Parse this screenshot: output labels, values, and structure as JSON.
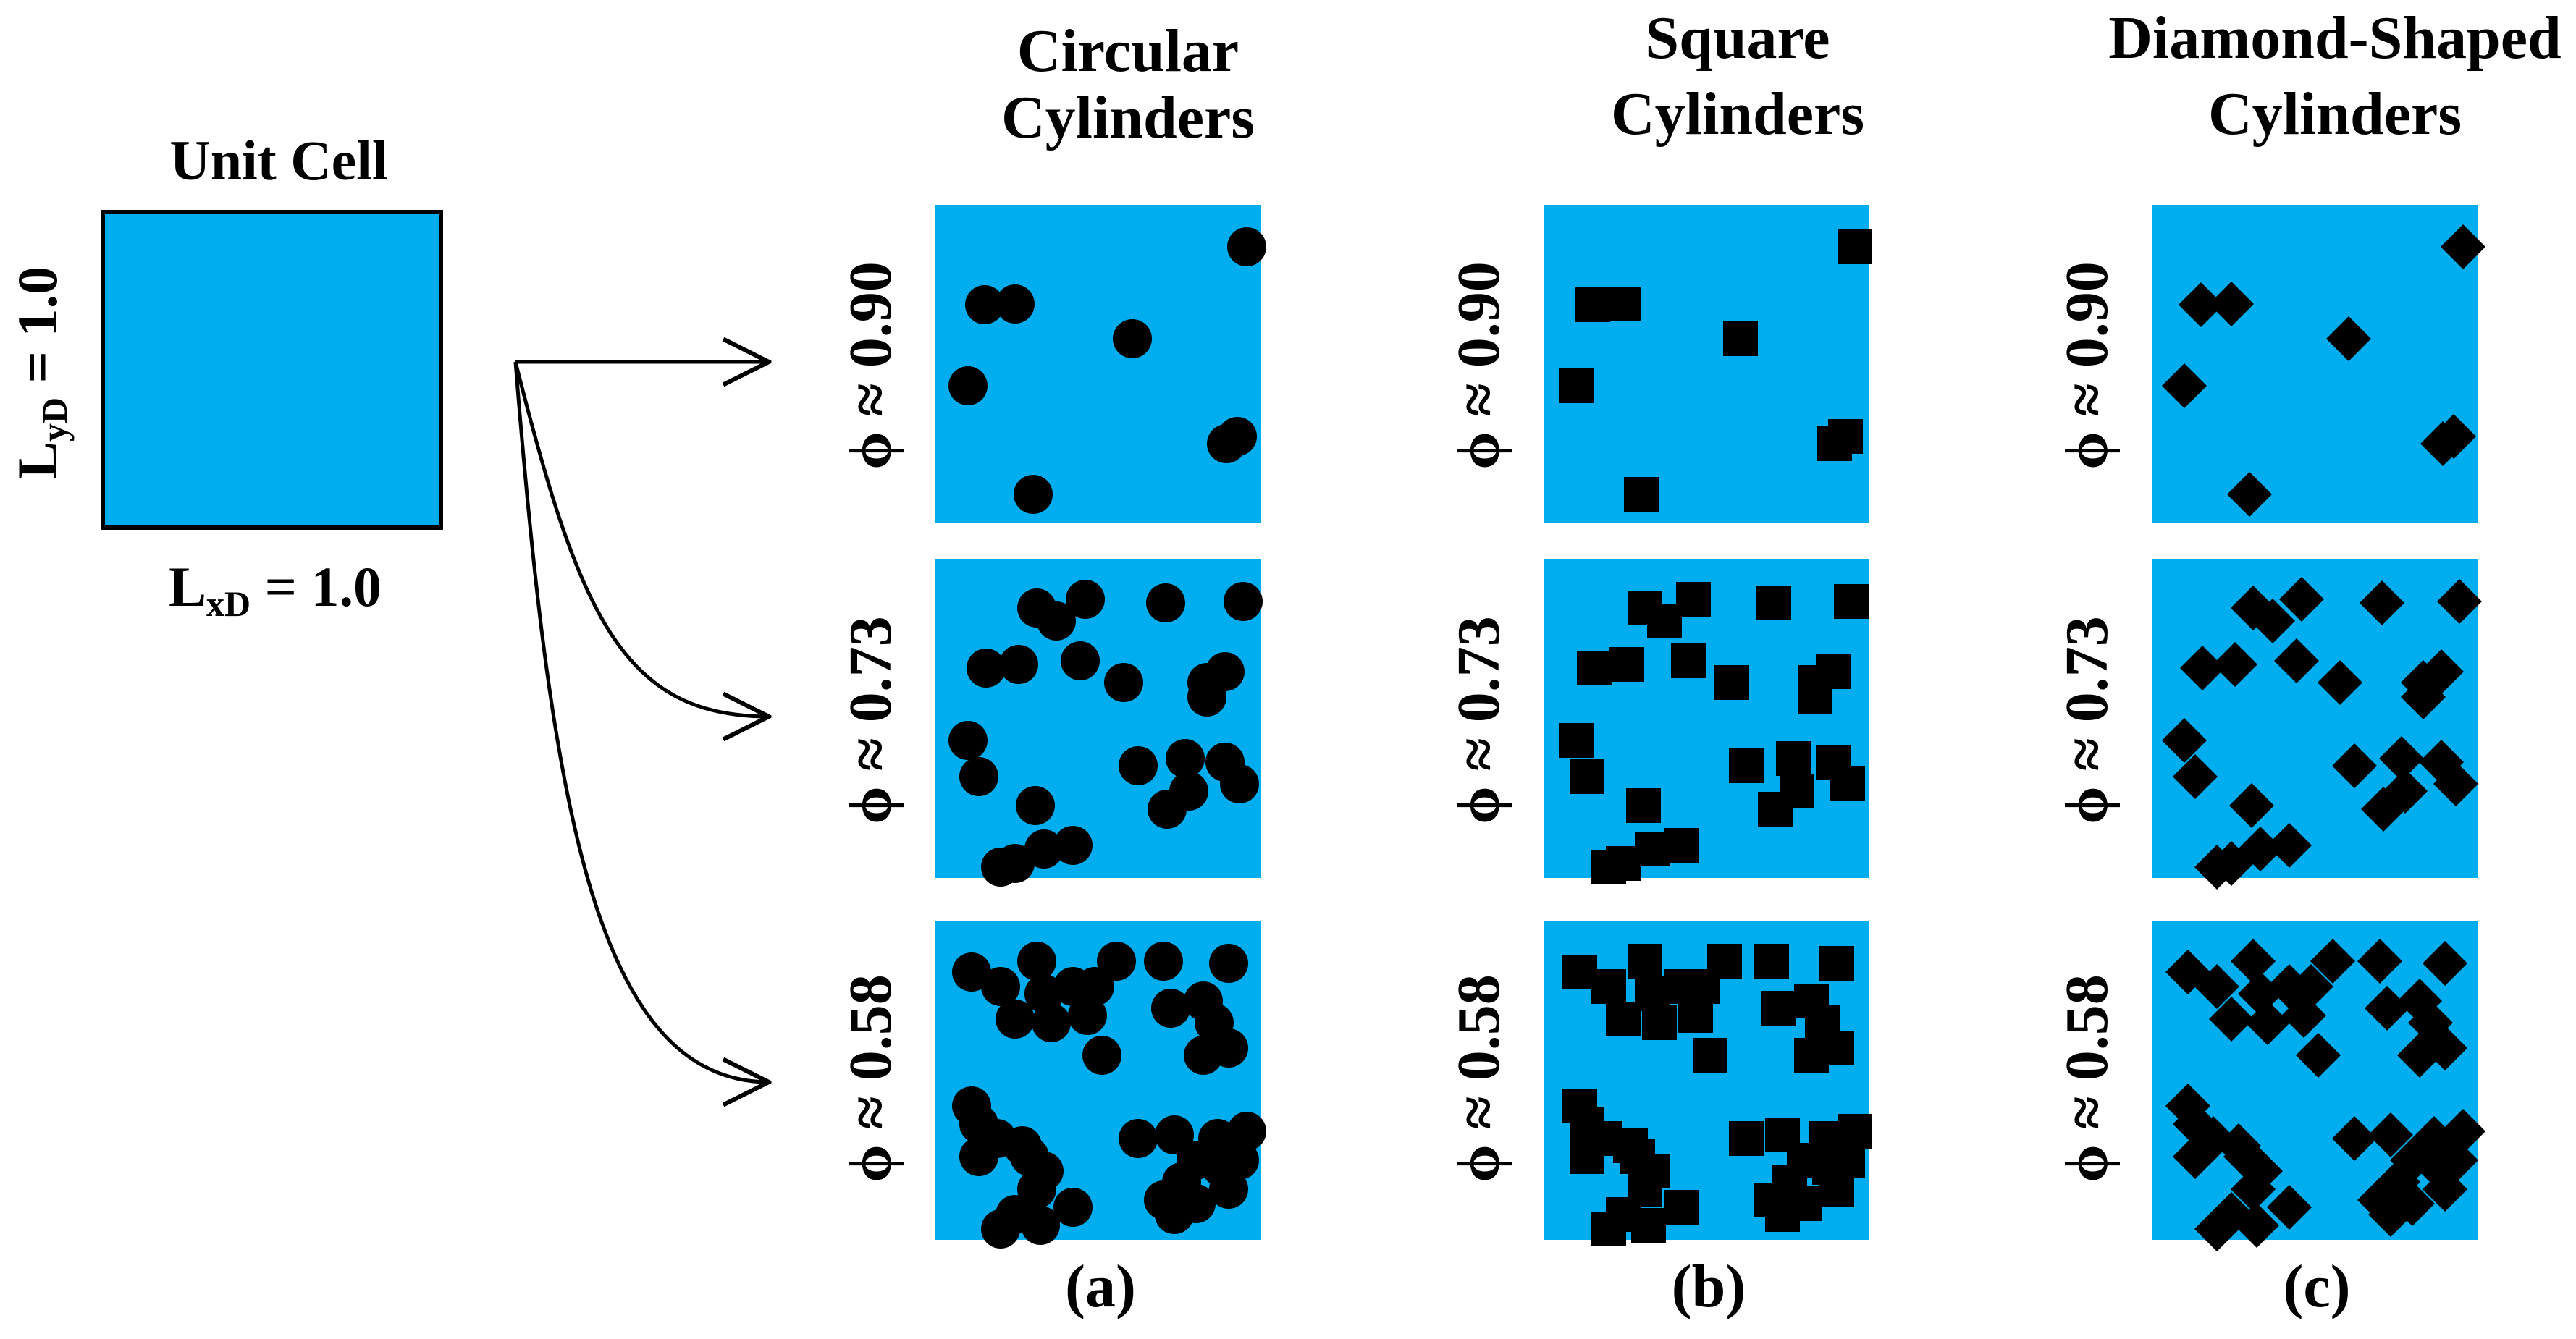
{
  "unit_cell": {
    "title": "Unit Cell",
    "x_label_main": "L",
    "x_label_sub": "xD",
    "x_label_value": " = 1.0",
    "y_label_main": "L",
    "y_label_sub": "yD",
    "y_label_value": " = 1.0"
  },
  "columns": [
    {
      "title_line1": "Circular",
      "title_line2": "Cylinders",
      "caption": "(a)",
      "shape": "circle"
    },
    {
      "title_line1": "Square",
      "title_line2": "Cylinders",
      "caption": "(b)",
      "shape": "square"
    },
    {
      "title_line1": "Diamond-Shaped",
      "title_line2": "Cylinders",
      "caption": "(c)",
      "shape": "diamond"
    }
  ],
  "rows": [
    {
      "porosity_label": "ϕ ≈ 0.90"
    },
    {
      "porosity_label": "ϕ ≈ 0.73"
    },
    {
      "porosity_label": "ϕ ≈ 0.58"
    }
  ],
  "colors": {
    "fluid": "#00aeef",
    "solid": "#000000"
  }
}
